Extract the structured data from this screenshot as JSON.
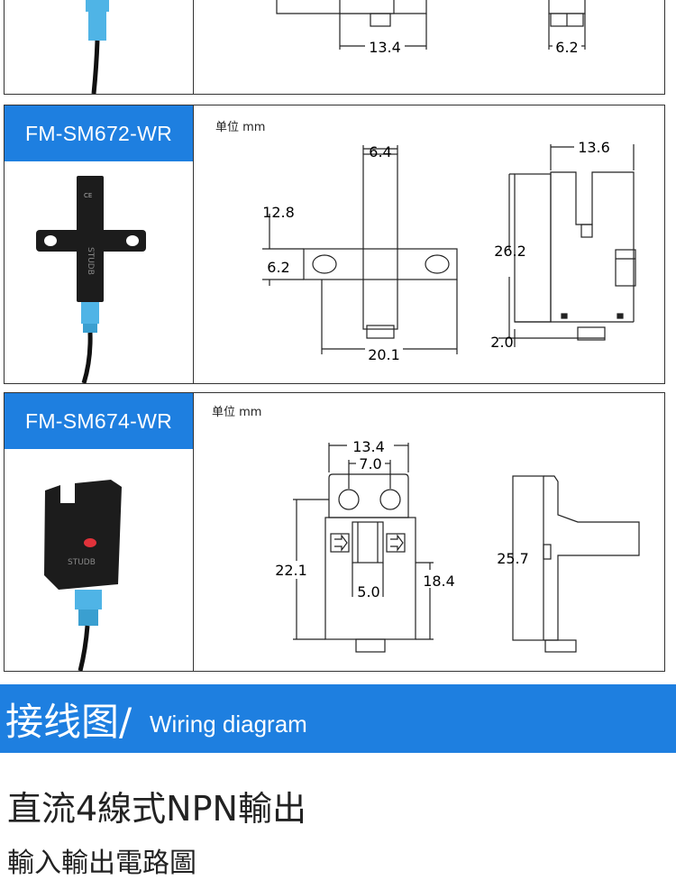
{
  "products": [
    {
      "dims": {
        "width": "13.4",
        "side": "6.2"
      }
    },
    {
      "model": "FM-SM672-WR",
      "unit": "单位 mm",
      "dims": {
        "top_width": "6.4",
        "height": "12.8",
        "hole_h": "6.2",
        "hole_span": "20.1",
        "side_width": "13.6",
        "side_height": "26.2",
        "base": "2.0"
      }
    },
    {
      "model": "FM-SM674-WR",
      "unit": "单位 mm",
      "dims": {
        "outer_width": "13.4",
        "hole_pitch": "7.0",
        "height": "22.1",
        "slot": "5.0",
        "inner_height": "18.4",
        "side_height": "25.7"
      }
    }
  ],
  "section": {
    "title_cn": "接线图/",
    "title_en": "Wiring diagram"
  },
  "heading": "直流4線式NPN輸出",
  "subheading": "輸入輸出電路圖",
  "colors": {
    "accent": "#1e7fe0",
    "cable_blue": "#4fb4e6",
    "sensor_black": "#1c1c1c"
  }
}
